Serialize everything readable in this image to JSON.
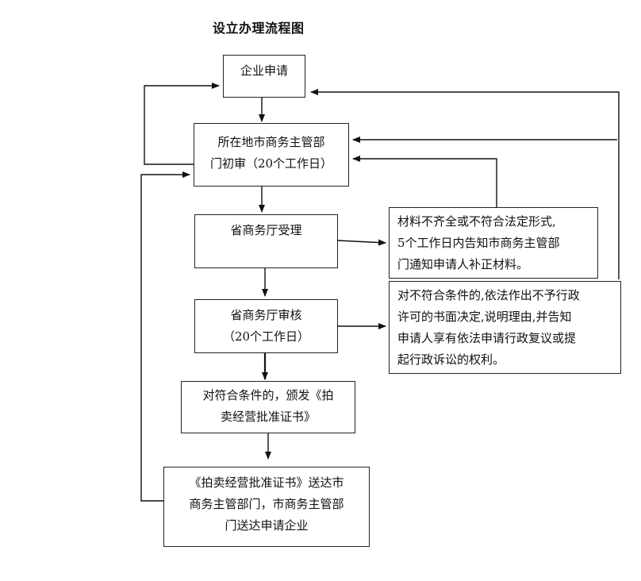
{
  "title": "设立办理流程图",
  "boxes": {
    "apply": {
      "text": "企业申请"
    },
    "initial_review": {
      "line1": "所在地市商务主管部",
      "line2": "门初审（20个工作日）"
    },
    "accept": {
      "text": "省商务厅受理"
    },
    "incomplete": {
      "line1": "材料不齐全或不符合法定形式,",
      "line2": "5个工作日内告知市商务主管部",
      "line3": "门通知申请人补正材料。"
    },
    "review": {
      "line1": "省商务厅审核",
      "line2": "（20个工作日）"
    },
    "reject": {
      "line1": "对不符合条件的,依法作出不予行政",
      "line2": "许可的书面决定,说明理由,并告知",
      "line3": "申请人享有依法申请行政复议或提",
      "line4": "起行政诉讼的权利。"
    },
    "approve": {
      "line1": "对符合条件的，颁发《拍",
      "line2": "卖经营批准证书》"
    },
    "deliver": {
      "line1": "《拍卖经营批准证书》送达市",
      "line2": "商务主管部门，市商务主管部",
      "line3": "门送达申请企业"
    }
  }
}
